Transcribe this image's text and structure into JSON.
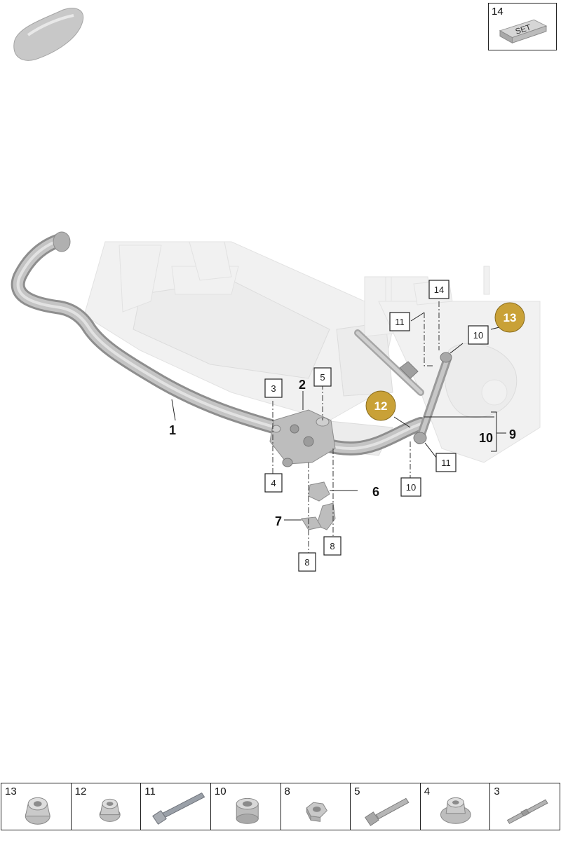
{
  "set_box": {
    "number": "14",
    "label": "SET"
  },
  "callouts": {
    "c1": "1",
    "c2": "2",
    "c3": "3",
    "c4": "4",
    "c5": "5",
    "c6": "6",
    "c7": "7",
    "c8a": "8",
    "c8b": "8",
    "c9": "9",
    "c10a": "10",
    "c10b": "10",
    "c10c": "10",
    "c11a": "11",
    "c11b": "11",
    "c12": "12",
    "c13": "13",
    "c14": "14"
  },
  "parts_strip": [
    {
      "number": "13",
      "icon": "flange-nut-icon"
    },
    {
      "number": "12",
      "icon": "flange-nut-small-icon"
    },
    {
      "number": "11",
      "icon": "long-bolt-icon"
    },
    {
      "number": "10",
      "icon": "bushing-icon"
    },
    {
      "number": "8",
      "icon": "hex-nut-icon"
    },
    {
      "number": "5",
      "icon": "hex-bolt-icon"
    },
    {
      "number": "4",
      "icon": "washer-nut-icon"
    },
    {
      "number": "3",
      "icon": "stud-bolt-icon"
    }
  ],
  "colors": {
    "highlight": "#c9a137",
    "part": "#bdbdbd",
    "ghost": "#f1f1f1",
    "line": "#222222"
  }
}
